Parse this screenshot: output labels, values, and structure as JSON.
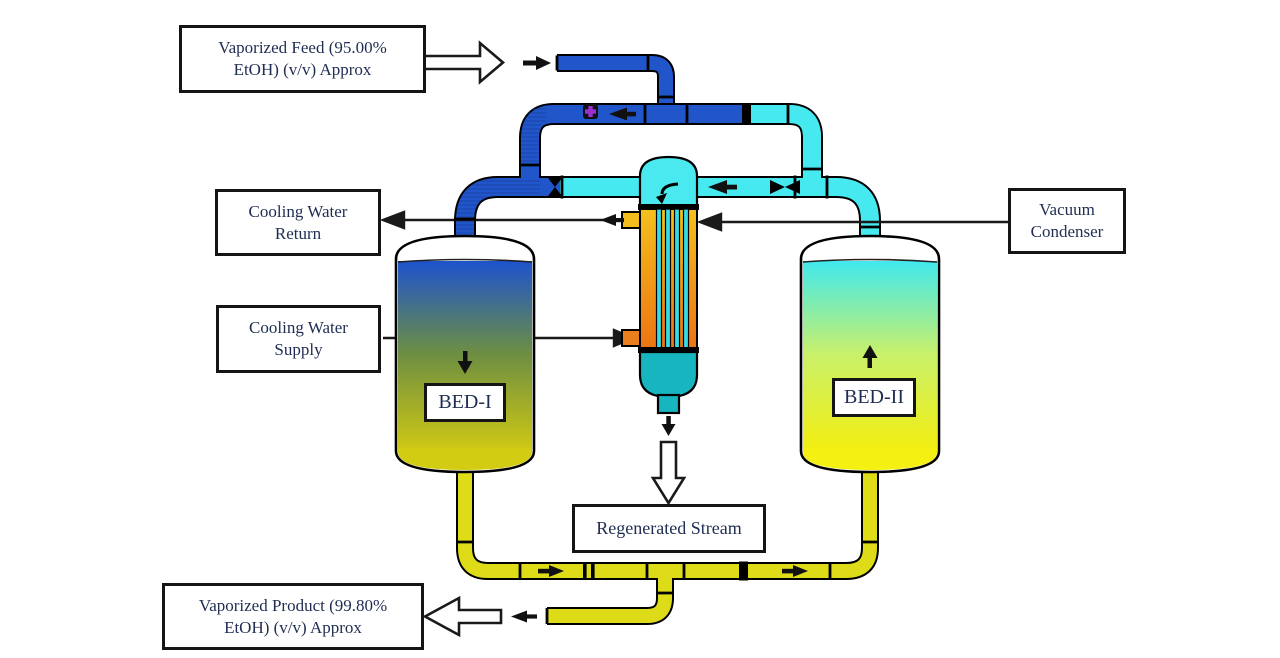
{
  "labels": {
    "feed_box": {
      "line1": "Vaporized Feed (95.00%",
      "line2": "EtOH) (v/v) Approx"
    },
    "cooling_water_return_box": {
      "line1": "Cooling Water",
      "line2": "Return"
    },
    "cooling_water_supply_box": {
      "line1": "Cooling Water",
      "line2": "Supply"
    },
    "vacuum_condenser_box": {
      "line1": "Vacuum",
      "line2": "Condenser"
    },
    "regenerated_stream_box": {
      "line1": "Regenerated Stream"
    },
    "product_box": {
      "line1": "Vaporized Product (99.80%",
      "line2": "EtOH) (v/v) Approx"
    },
    "bed1_label": "BED-I",
    "bed2_label": "BED-II"
  },
  "colors": {
    "feed_pipe": "#2156cb",
    "vapor_pipe": "#47e9f0",
    "product_pipe": "#dedb18",
    "condenser_shell": "#4ae9ef",
    "condenser_base": "#17b5c0",
    "tube_top": "#f4c01d",
    "tube_bottom": "#ec7413",
    "tube_channel": "#35dce4",
    "nozzle_top": "#f3bd1e",
    "nozzle_bottom": "#e9801d",
    "bed1_top": "#1d53cd",
    "bed1_mid": "#6e8f41",
    "bed1_bottom": "#cdc715",
    "bed1_head": "#d2cc13",
    "bed2_top": "#41e9ee",
    "bed2_mid": "#c9f06a",
    "bed2_bottom": "#f2ee12",
    "bed2_head": "#f4f011",
    "line_color": "#1a1a1a",
    "label_text": "#1f2d52",
    "box_border": "#151515",
    "symbol_purple": "#9b30d0"
  }
}
